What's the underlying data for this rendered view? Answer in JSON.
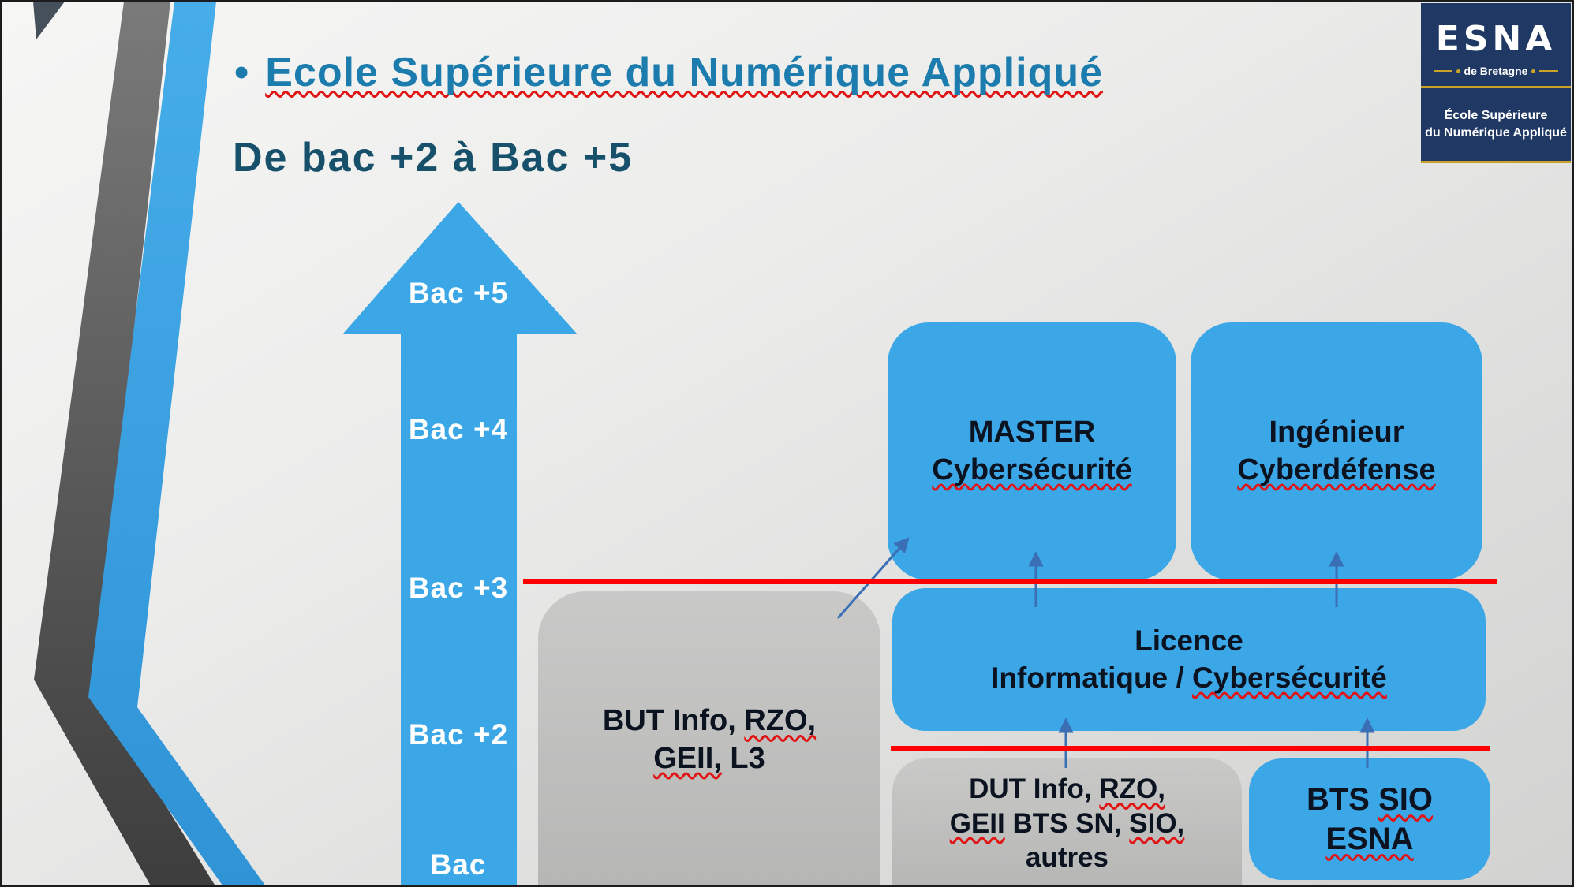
{
  "slide": {
    "bullet": "•",
    "title": "Ecole Supérieure du Numérique Appliqué",
    "subtitle": "De bac +2 à Bac +5"
  },
  "logo": {
    "brand": "ESNA",
    "region": "de Bretagne",
    "tagline_line1": "École Supérieure",
    "tagline_line2": "du Numérique Appliqué"
  },
  "ladder": {
    "labels": [
      "Bac +5",
      "Bac +4",
      "Bac +3",
      "Bac +2",
      "Bac"
    ]
  },
  "boxes": {
    "master": {
      "line1": "MASTER",
      "line2": "Cybersécurité"
    },
    "ingenieur": {
      "line1": "Ingénieur",
      "line2": "Cyberdéfense"
    },
    "but": {
      "l1a": "BUT Info, ",
      "l1b": "RZO,",
      "l2a": "GEII,",
      "l2b": " L3"
    },
    "licence": {
      "line1": "Licence",
      "l2a": "Informatique / ",
      "l2b": "Cybersécurité"
    },
    "dut": {
      "l1a": "DUT Info, ",
      "l1b": "RZO,",
      "l2a": "GEII",
      "l2b": " BTS SN, ",
      "l2c": "SIO,",
      "line3": "autres"
    },
    "bts": {
      "l1a": "BTS ",
      "l1b": "SIO",
      "line2": "ESNA"
    }
  },
  "colors": {
    "sky_blue": "#3CA7E7",
    "title_blue": "#1B7CAD",
    "subtitle_navy": "#17506B",
    "box_gray": "#BFBFBF",
    "threshold_red": "#FE0000",
    "logo_navy": "#1F3864",
    "logo_gold": "#C9A227",
    "connector_blue": "#3B6FB5"
  }
}
